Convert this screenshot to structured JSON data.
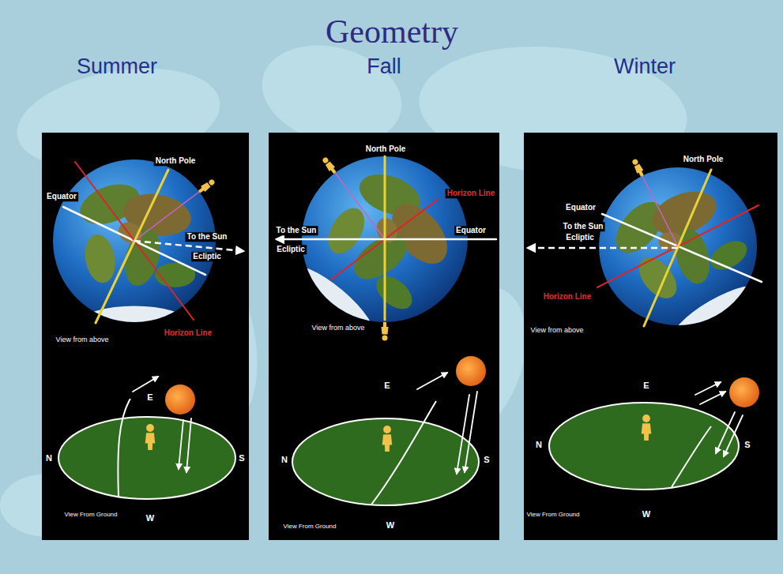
{
  "diagram": {
    "title": "Geometry",
    "labels": [
      "Summer",
      "Fall",
      "Winter",
      "North Pole",
      "Equator",
      "To the Sun",
      "Ecliptic",
      "Horizon Line",
      "View from above",
      "E",
      "N",
      "S",
      "View From Ground",
      "W",
      "North Pole",
      "Horizon Line",
      "To the Sun",
      "Equator",
      "Ecliptic",
      "View from above",
      "E",
      "N",
      "S",
      "View From Ground",
      "W",
      "North Pole",
      "Equator",
      "To the Sun",
      "Ecliptic",
      "Horizon Line",
      "View from above",
      "E",
      "N",
      "S",
      "View From Ground",
      "W"
    ]
  }
}
